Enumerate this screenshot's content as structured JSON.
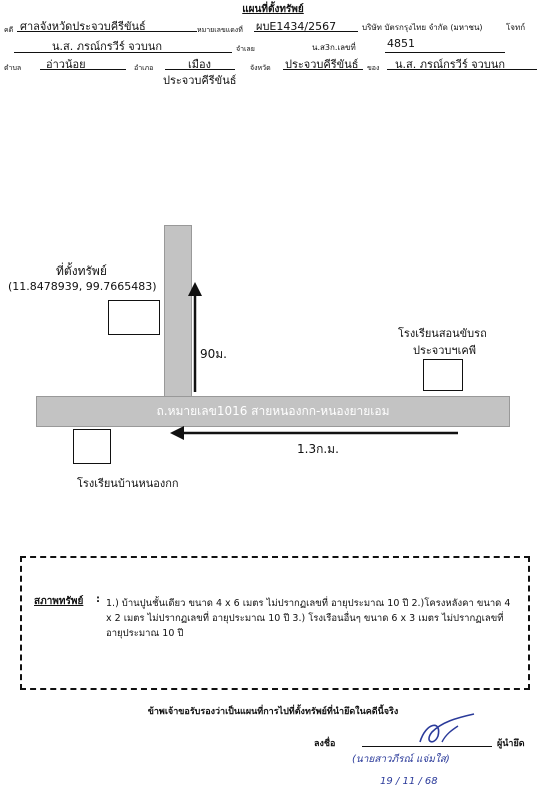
{
  "header": {
    "title": "แผนที่ตั้งทรัพย์",
    "case_label": "คดี",
    "court": "ศาลจังหวัดประจวบคีรีขันธ์",
    "case_no_label": "หมายเลขแดงที่",
    "case_no": "ผบE1434/2567",
    "plaintiff": "บริษัท บัตรกรุงไทย จำกัด (มหาชน)",
    "plaintiff_label": "โจทก์",
    "defendant": "น.ส. ภรณ์กรวีร์ จวบนก",
    "defendant_label": "จำเลย",
    "deed_label": "น.ส3ก.เลขที่",
    "deed_no": "4851",
    "subdistrict_label": "ตำบล",
    "subdistrict": "อ่าวน้อย",
    "district_label": "อำเภอ",
    "district": "เมือง",
    "province_label": "จังหวัด",
    "province": "ประจวบคีรีขันธ์",
    "owner_label": "ของ",
    "owner": "น.ส. ภรณ์กรวีร์ จวบนก",
    "district_line2": "ประจวบคีรีขันธ์"
  },
  "map": {
    "property_label": "ที่ตั้งทรัพย์",
    "coordinates": "(11.8478939, 99.7665483)",
    "distance_vertical": "90ม.",
    "road_name": "ถ.หมายเลข1016 สายหนองกก-หนองยายเอม",
    "distance_horizontal": "1.3ก.ม.",
    "school_left": "โรงเรียนบ้านหนองกก",
    "school_right_line1": "โรงเรียนสอนขับรถ",
    "school_right_line2": "ประจวบฯเคพี"
  },
  "condition": {
    "title": "สภาพทรัพย์",
    "colon": ":",
    "body": "1.) บ้านปูนชั้นเดียว ขนาด 4 x 6 เมตร ไม่ปรากฏเลขที่ อายุประมาณ 10 ปี   2.)โครงหลังคา ขนาด 4 x  2 เมตร ไม่ปรากฏเลขที่ อายุประมาณ 10 ปี  3.) โรงเรือนอื่นๆ ขนาด 6 x 3 เมตร ไม่ปรากฏเลขที่ อายุประมาณ 10 ปี"
  },
  "footer": {
    "certification": "ข้าพเจ้าขอรับรองว่าเป็นแผนที่การไปที่ตั้งทรัพย์ที่นำยึดในคดีนี้จริง",
    "sign_label": "ลงชื่อ",
    "role_label": "ผู้นำยึด",
    "printed_name": "(นายสาวภีรณ์ แจ่มใส)",
    "date": "19 / 11 / 68"
  }
}
